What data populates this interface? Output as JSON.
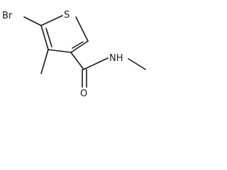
{
  "molecule": {
    "atoms": {
      "sulfur": "S",
      "bromine": "Br",
      "oxygen": "O",
      "nitrogen_hydrogen": "NH"
    }
  }
}
